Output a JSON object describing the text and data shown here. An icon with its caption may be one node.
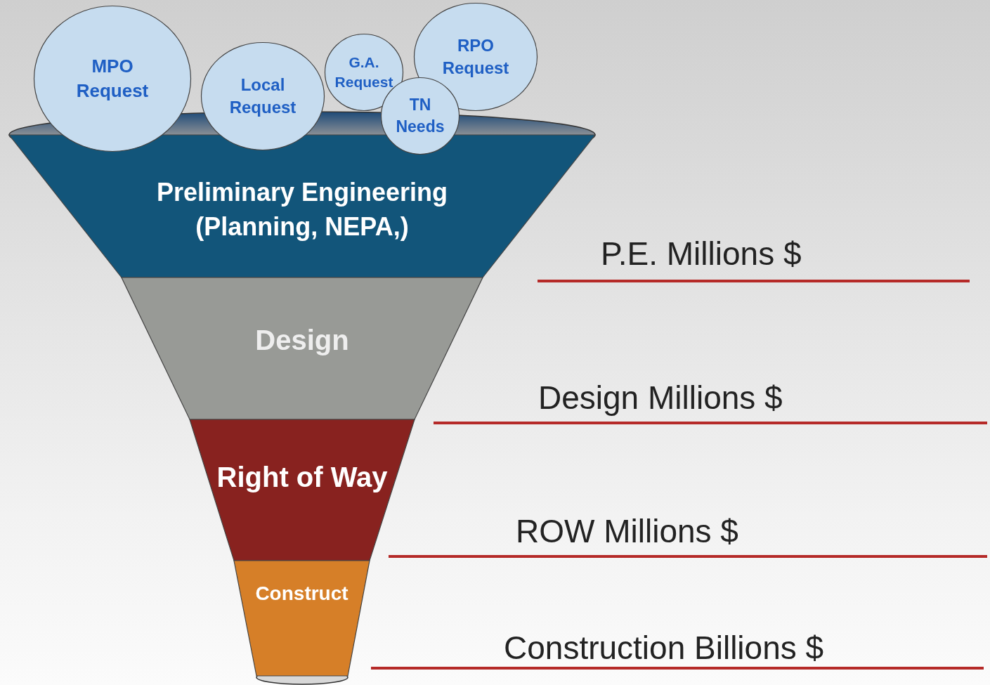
{
  "diagram": {
    "nodes": [
      {
        "text": [
          "MPO Request"
        ]
      },
      {
        "text": [
          "Local Request"
        ]
      },
      {
        "text": [
          "G.A. Request"
        ]
      },
      {
        "text": [
          "RPO Request"
        ]
      },
      {
        "text": [
          "TN Needs"
        ]
      },
      {
        "text": [
          "Preliminary Engineering (Planning, NEPA,)"
        ]
      },
      {
        "text": [
          "Design"
        ]
      },
      {
        "text": [
          "Right of Way"
        ]
      },
      {
        "text": [
          "Construct"
        ]
      }
    ],
    "labels": [
      "P.E. Millions $",
      "Design Millions $",
      "ROW Millions $",
      "Construction Billions $"
    ]
  }
}
